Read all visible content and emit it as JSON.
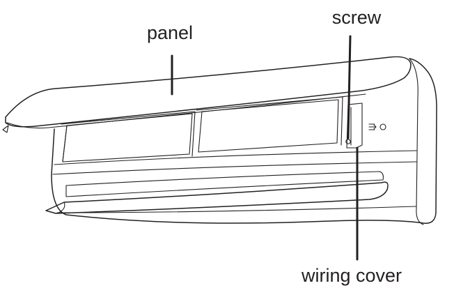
{
  "labels": {
    "panel": "panel",
    "screw": "screw",
    "wiring_cover": "wiring cover"
  },
  "colors": {
    "line": "#231f20",
    "filter_fill": "#d9d9d9",
    "background": "#ffffff"
  },
  "icons": {
    "indicator": "arrow-indicator-icon",
    "sensor": "circle-sensor-icon"
  }
}
